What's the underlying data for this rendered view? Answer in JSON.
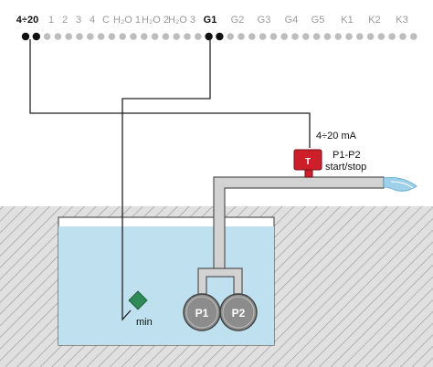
{
  "terminals": [
    {
      "label": "4÷20",
      "active": true
    },
    {
      "label": "1",
      "active": false
    },
    {
      "label": "2",
      "active": false
    },
    {
      "label": "3",
      "active": false
    },
    {
      "label": "4",
      "active": false
    },
    {
      "label": "C",
      "active": false
    },
    {
      "label": "H₂O 1",
      "active": false
    },
    {
      "label": "H₂O 2",
      "active": false
    },
    {
      "label": "H₂O 3",
      "active": false
    },
    {
      "label": "G1",
      "active": true
    },
    {
      "label": "G2",
      "active": false
    },
    {
      "label": "G3",
      "active": false
    },
    {
      "label": "G4",
      "active": false
    },
    {
      "label": "G5",
      "active": false
    },
    {
      "label": "K1",
      "active": false
    },
    {
      "label": "K2",
      "active": false
    },
    {
      "label": "K3",
      "active": false
    }
  ],
  "transmitter": {
    "symbol": "T",
    "signal_label": "4÷20 mA"
  },
  "pumps": {
    "p1": "P1",
    "p2": "P2",
    "control_label_line1": "P1-P2",
    "control_label_line2": "start/stop"
  },
  "level_switch": {
    "label": "min"
  },
  "colors": {
    "water": "#bfe0ee",
    "hatch_fill": "#e0e0e0",
    "hatch_stroke": "#9a9a9a",
    "pipe": "#d2d2d2",
    "pump": "#8c8c8c",
    "transmitter": "#cc1f2a",
    "level_switch": "#2e8b57",
    "active_terminal": "#111111",
    "inactive_terminal": "#bdbdbd"
  }
}
